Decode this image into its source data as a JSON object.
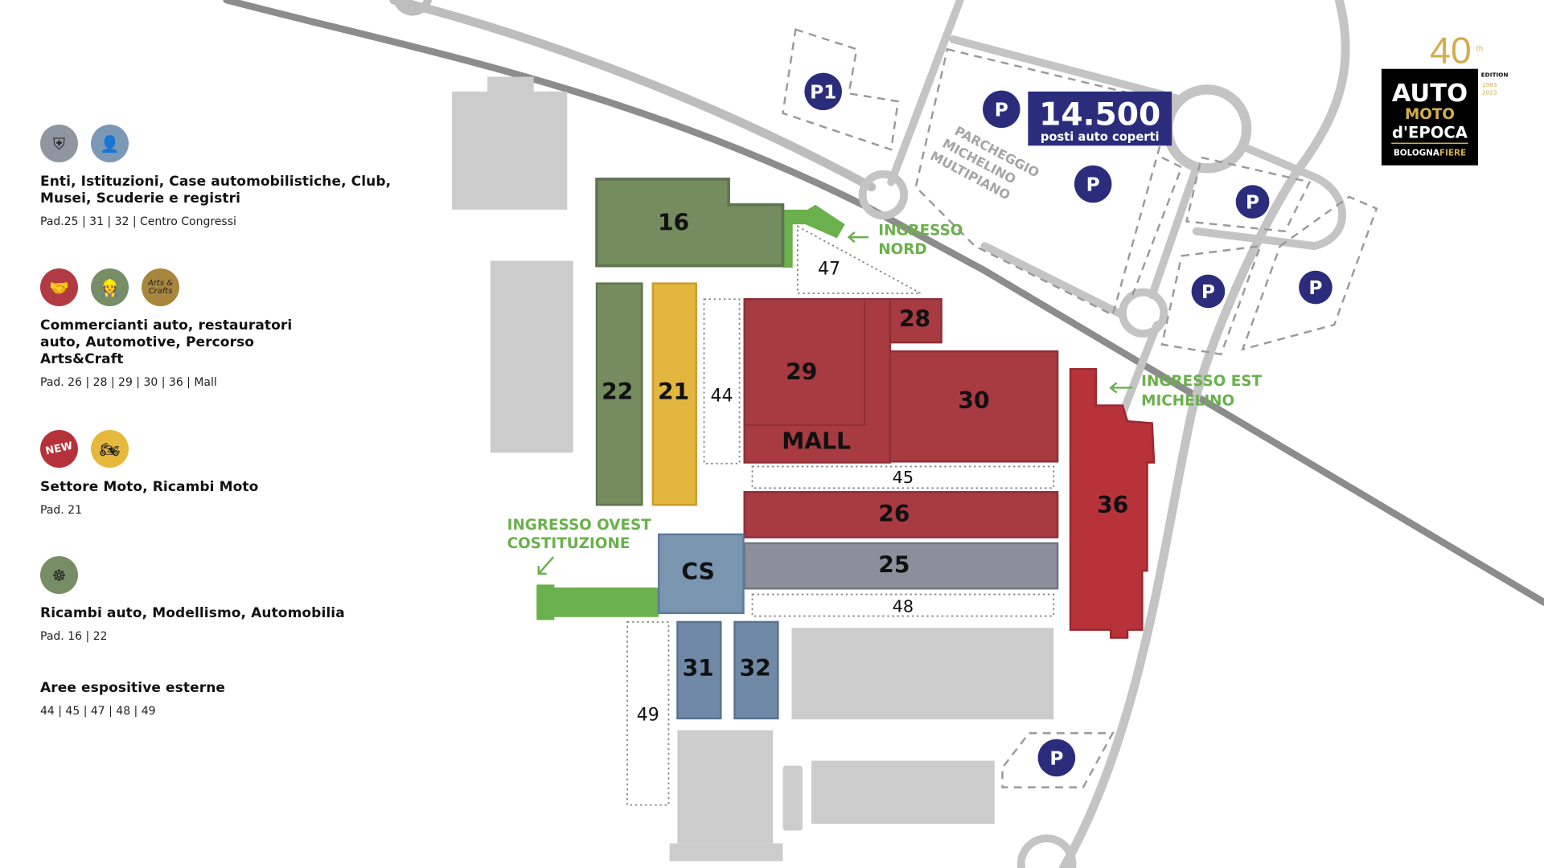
{
  "legend": [
    {
      "icons": [
        {
          "name": "shield-car-icon",
          "color": "#8f96a0"
        },
        {
          "name": "businessman-icon",
          "color": "#7b98b5"
        }
      ],
      "title": "Enti, Istituzioni, Case automobilistiche, Club, Musei, Scuderie e registri",
      "sub": "Pad.25 | 31 | 32 | Centro Congressi"
    },
    {
      "icons": [
        {
          "name": "handshake-icon",
          "color": "#b23a45"
        },
        {
          "name": "mechanic-icon",
          "color": "#768d66"
        },
        {
          "name": "arts-crafts-icon",
          "color": "#a8863e",
          "text": "Arts & Crafts"
        }
      ],
      "title": "Commercianti auto, restauratori auto, Automotive, Percorso Arts&Craft",
      "sub": "Pad. 26 | 28 | 29 | 30 | 36 | Mall"
    },
    {
      "icons": [
        {
          "name": "new-badge-icon",
          "color": "#b5323a",
          "text": "NEW"
        },
        {
          "name": "motorcycle-icon",
          "color": "#e6b83c"
        }
      ],
      "title": "Settore Moto, Ricambi Moto",
      "sub": "Pad. 21"
    },
    {
      "icons": [
        {
          "name": "steering-wheel-icon",
          "color": "#768d66"
        }
      ],
      "title": "Ricambi auto, Modellismo, Automobilia",
      "sub": "Pad. 16 | 22"
    },
    {
      "icons": [],
      "title": "Aree espositive esterne",
      "sub": "44 | 45 | 47 | 48 | 49"
    }
  ],
  "pavilions": {
    "p16": "16",
    "p22": "22",
    "p21": "21",
    "p44": "44",
    "p29": "29",
    "p28": "28",
    "p30": "30",
    "mall": "MALL",
    "p45": "45",
    "p26": "26",
    "p25": "25",
    "p48": "48",
    "cs": "CS",
    "p31": "31",
    "p32": "32",
    "p49": "49",
    "p47": "47",
    "p36": "36"
  },
  "entrances": {
    "nord": [
      "INGRESSO",
      "NORD"
    ],
    "est": [
      "INGRESSO EST",
      "MICHELINO"
    ],
    "ovest": [
      "INGRESSO OVEST",
      "COSTITUZIONE"
    ]
  },
  "parking": {
    "p1": "P1",
    "p": "P",
    "capacity": "14.500",
    "capacity_label": "posti auto coperti",
    "multipiano": [
      "PARCHEGGIO",
      "MICHELINO",
      "MULTIPIANO"
    ]
  },
  "logo": {
    "line1": "AUTO",
    "line2": "MOTO",
    "line3": "d'EPOCA",
    "brand1": "BOLOGNA",
    "brand2": "FIERE",
    "edition_num": "40",
    "edition_sup": "th",
    "edition": "EDITION",
    "years": [
      "1983",
      "2023"
    ]
  },
  "colors": {
    "green": "#758c5f",
    "yellow": "#e3b640",
    "red": "#a83a42",
    "red36": "#b8323a",
    "grey": "#8a8f9a",
    "blue": "#7089a6",
    "entrance": "#6ab04c",
    "navy": "#2b2d7c",
    "building": "#cccccc"
  }
}
